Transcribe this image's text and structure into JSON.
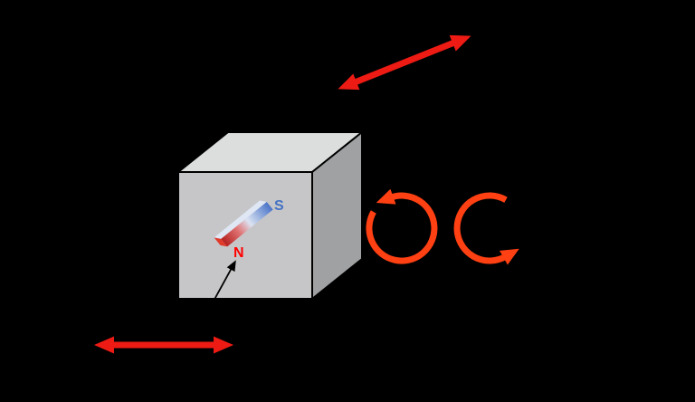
{
  "scene": {
    "background": "#000000"
  },
  "cube": {
    "front_fill": "#c6c6c8",
    "top_fill": "#dcdddd",
    "side_fill": "#9fa1a3",
    "outline": "#000000"
  },
  "magnet": {
    "south_label": "S",
    "north_label": "N",
    "south_label_color": "#4472c4",
    "north_label_color": "#ff0000",
    "gradient_stops": [
      "#b52020",
      "#e07575",
      "#dbe3f2",
      "#4a74c8"
    ],
    "cap_fill": "#e03a2a",
    "top_fill": "#dfe7f4"
  },
  "arrows": {
    "translation_color": "#ee1b14",
    "rotation_color": "#ff4013",
    "pointer_color": "#000000"
  },
  "icons": {
    "translation_arrow": "double-headed-straight-arrow",
    "rotation_arrow": "circular-arrow",
    "pointer_arrow": "thin-annotation-arrow"
  }
}
